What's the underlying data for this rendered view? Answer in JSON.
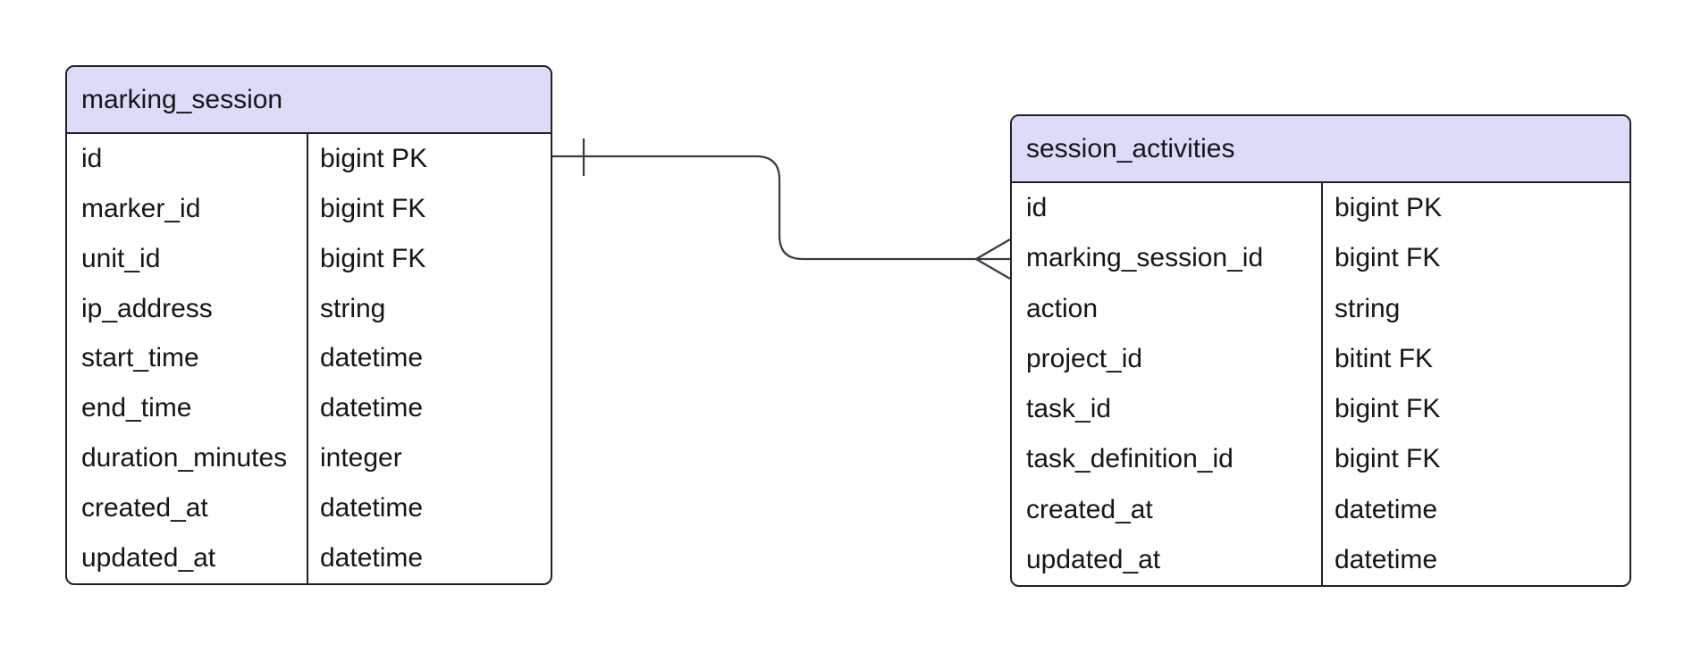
{
  "diagram": {
    "kind": "entity-relationship",
    "entities": [
      {
        "name": "marking_session",
        "attributes": [
          {
            "name": "id",
            "type": "bigint",
            "key": "PK"
          },
          {
            "name": "marker_id",
            "type": "bigint",
            "key": "FK"
          },
          {
            "name": "unit_id",
            "type": "bigint",
            "key": "FK"
          },
          {
            "name": "ip_address",
            "type": "string",
            "key": ""
          },
          {
            "name": "start_time",
            "type": "datetime",
            "key": ""
          },
          {
            "name": "end_time",
            "type": "datetime",
            "key": ""
          },
          {
            "name": "duration_minutes",
            "type": "integer",
            "key": ""
          },
          {
            "name": "created_at",
            "type": "datetime",
            "key": ""
          },
          {
            "name": "updated_at",
            "type": "datetime",
            "key": ""
          }
        ]
      },
      {
        "name": "session_activities",
        "attributes": [
          {
            "name": "id",
            "type": "bigint",
            "key": "PK"
          },
          {
            "name": "marking_session_id",
            "type": "bigint",
            "key": "FK"
          },
          {
            "name": "action",
            "type": "string",
            "key": ""
          },
          {
            "name": "project_id",
            "type": "bitint",
            "key": "FK"
          },
          {
            "name": "task_id",
            "type": "bigint",
            "key": "FK"
          },
          {
            "name": "task_definition_id",
            "type": "bigint",
            "key": "FK"
          },
          {
            "name": "created_at",
            "type": "datetime",
            "key": ""
          },
          {
            "name": "updated_at",
            "type": "datetime",
            "key": ""
          }
        ]
      }
    ],
    "relationship": {
      "from_entity": "marking_session",
      "from_attribute": "id",
      "from_cardinality": "one",
      "to_entity": "session_activities",
      "to_attribute": "marking_session_id",
      "to_cardinality": "many",
      "notation": "crow's foot"
    },
    "colors": {
      "header_fill": "#dcdcf8",
      "border": "#202027",
      "line": "#3a3a43",
      "text": "#15151a",
      "background": "#ffffff"
    }
  }
}
